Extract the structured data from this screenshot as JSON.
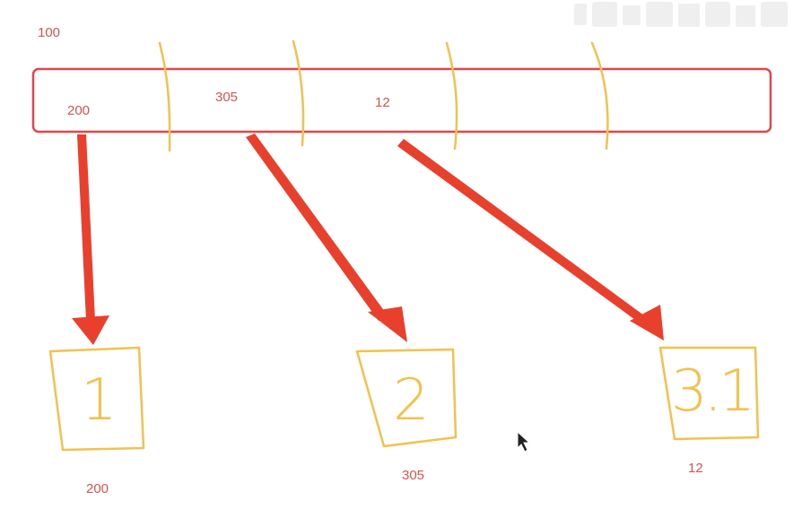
{
  "colors": {
    "array_outline": "#e0474c",
    "arrow": "#e8402c",
    "sketch": "#f2c14e",
    "label": "#d9534f",
    "cursor": "#222222"
  },
  "array": {
    "base_address": "100",
    "cells": [
      "200",
      "305",
      "12",
      "",
      ""
    ]
  },
  "targets": [
    {
      "content": "1",
      "address": "200"
    },
    {
      "content": "2",
      "address": "305"
    },
    {
      "content": "3.1",
      "address": "12"
    }
  ]
}
